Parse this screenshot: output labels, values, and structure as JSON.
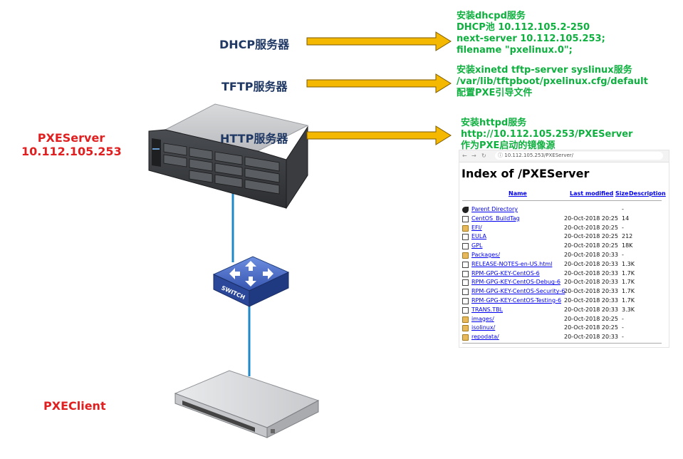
{
  "labels": {
    "dhcp_server": "DHCP服务器",
    "tftp_server": "TFTP服务器",
    "http_server": "HTTP服务器",
    "pxe_server_name": "PXEServer",
    "pxe_server_ip": "10.112.105.253",
    "pxe_client": "PXEClient",
    "switch": "SWITCH"
  },
  "notes": {
    "dhcp": [
      "安装dhcpd服务",
      "DHCP池 10.112.105.2-250",
      "next-server 10.112.105.253;",
      "filename \"pxelinux.0\";"
    ],
    "tftp": [
      "安装xinetd tftp-server syslinux服务",
      "/var/lib/tftpboot/pxelinux.cfg/default",
      "配置PXE引导文件"
    ],
    "http": [
      "安装httpd服务",
      "http://10.112.105.253/PXEServer",
      "作为PXE启动的镜像源"
    ]
  },
  "browser": {
    "url": "10.112.105.253/PXEServer/",
    "title": "Index of /PXEServer",
    "columns": [
      "Name",
      "Last modified",
      "Size",
      "Description"
    ],
    "entries": [
      {
        "icon": "back-icon",
        "name": "Parent Directory",
        "date": "",
        "size": "-"
      },
      {
        "icon": "file-icon",
        "name": "CentOS_BuildTag",
        "date": "20-Oct-2018 20:25",
        "size": "14"
      },
      {
        "icon": "folder-icon",
        "name": "EFI/",
        "date": "20-Oct-2018 20:25",
        "size": "-"
      },
      {
        "icon": "text-icon",
        "name": "EULA",
        "date": "20-Oct-2018 20:25",
        "size": "212"
      },
      {
        "icon": "text-icon",
        "name": "GPL",
        "date": "20-Oct-2018 20:25",
        "size": "18K"
      },
      {
        "icon": "folder-icon",
        "name": "Packages/",
        "date": "20-Oct-2018 20:33",
        "size": "-"
      },
      {
        "icon": "text-icon",
        "name": "RELEASE-NOTES-en-US.html",
        "date": "20-Oct-2018 20:33",
        "size": "1.3K"
      },
      {
        "icon": "file-icon",
        "name": "RPM-GPG-KEY-CentOS-6",
        "date": "20-Oct-2018 20:33",
        "size": "1.7K"
      },
      {
        "icon": "file-icon",
        "name": "RPM-GPG-KEY-CentOS-Debug-6",
        "date": "20-Oct-2018 20:33",
        "size": "1.7K"
      },
      {
        "icon": "file-icon",
        "name": "RPM-GPG-KEY-CentOS-Security-6",
        "date": "20-Oct-2018 20:33",
        "size": "1.7K"
      },
      {
        "icon": "file-icon",
        "name": "RPM-GPG-KEY-CentOS-Testing-6",
        "date": "20-Oct-2018 20:33",
        "size": "1.7K"
      },
      {
        "icon": "file-icon",
        "name": "TRANS.TBL",
        "date": "20-Oct-2018 20:33",
        "size": "3.3K"
      },
      {
        "icon": "folder-icon",
        "name": "images/",
        "date": "20-Oct-2018 20:25",
        "size": "-"
      },
      {
        "icon": "folder-icon",
        "name": "isolinux/",
        "date": "20-Oct-2018 20:25",
        "size": "-"
      },
      {
        "icon": "folder-icon",
        "name": "repodata/",
        "date": "20-Oct-2018 20:33",
        "size": "-"
      }
    ]
  },
  "colors": {
    "service_label": "#1f3864",
    "host_label": "#e02020",
    "note_text": "#10b040",
    "arrow_fill": "#f5b800",
    "link_line": "#1f88c8"
  }
}
